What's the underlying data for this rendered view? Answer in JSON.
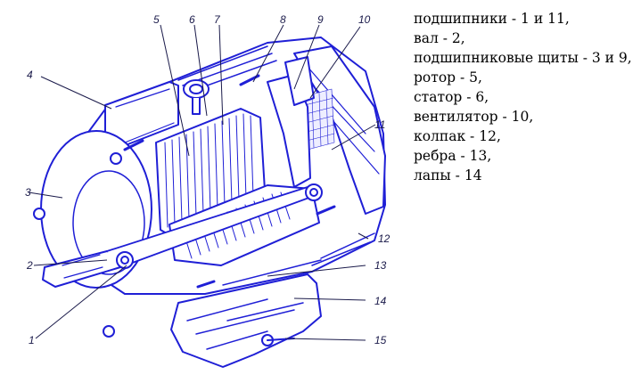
{
  "diagram": {
    "stroke_color": "#1f1fd6",
    "fill_color": "#ffffff",
    "callouts": [
      "1",
      "2",
      "3",
      "4",
      "5",
      "6",
      "7",
      "8",
      "9",
      "10",
      "11",
      "12",
      "13",
      "14",
      "15"
    ]
  },
  "legend": [
    "подшипники - 1 и 11,",
    "вал - 2,",
    "подшипниковые щиты - 3 и 9,",
    "ротор - 5,",
    "статор - 6,",
    "вентилятор - 10,",
    "колпак - 12,",
    "ребра - 13,",
    "лапы - 14"
  ]
}
